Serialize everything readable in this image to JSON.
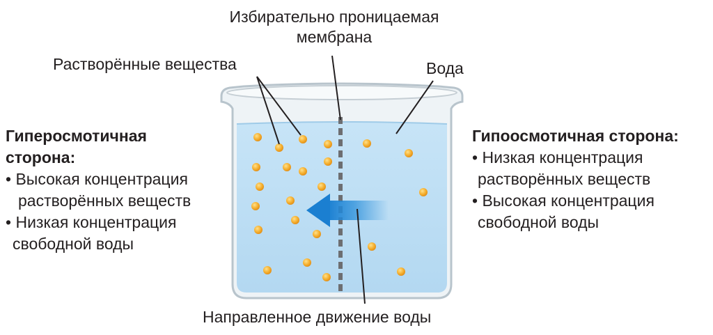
{
  "labels": {
    "membrane_line1": "Избирательно проницаемая",
    "membrane_line2": "мембрана",
    "solutes": "Растворённые вещества",
    "water": "Вода",
    "movement": "Направленное движение воды"
  },
  "left_side": {
    "heading_line1": "Гиперосмотичная",
    "heading_line2": "сторона:",
    "bullet": "•",
    "item1_line1": "Высокая концентрация",
    "item1_line2": "растворённых веществ",
    "item2_line1": "Низкая концентрация",
    "item2_line2": "свободной воды"
  },
  "right_side": {
    "heading": "Гипоосмотичная сторона:",
    "bullet": "•",
    "item1_line1": "Низкая концентрация",
    "item1_line2": "растворённых веществ",
    "item2_line1": "Высокая концентрация",
    "item2_line2": "свободной воды"
  },
  "colors": {
    "water": "#bfe0f5",
    "beaker_outline": "#b8c4cc",
    "particle": "#f5a623",
    "arrow": "#2a8fdb",
    "membrane": "#6d6e71"
  }
}
